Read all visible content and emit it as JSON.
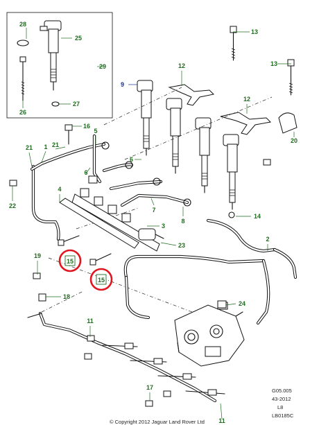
{
  "callouts": {
    "c1": "1",
    "c2": "2",
    "c3": "3",
    "c4": "4",
    "c5": "5",
    "c6": "6",
    "c7": "7",
    "c8": "8",
    "c9": "9",
    "c11": "11",
    "c12": "12",
    "c13a": "13",
    "c13b": "13",
    "c14": "14",
    "c15a": "15",
    "c15b": "15",
    "c16": "16",
    "c17": "17",
    "c18": "18",
    "c19": "19",
    "c20": "20",
    "c21a": "21",
    "c21b": "21",
    "c22": "22",
    "c23": "23",
    "c24": "24",
    "c25": "25",
    "c26": "26",
    "c27": "27",
    "c28": "28",
    "c29": "29"
  },
  "meta": {
    "line1": "G05.005",
    "line2": "43-2012",
    "line3": "L8",
    "line4": "LB0185C"
  },
  "copyright": "© Copyright 2012  Jaguar Land Rover Ltd",
  "colors": {
    "callout": "#1f6b1f",
    "callout_highlight": "#1a2fa0",
    "highlight_ring": "#e0161e",
    "ink": "#111111"
  }
}
